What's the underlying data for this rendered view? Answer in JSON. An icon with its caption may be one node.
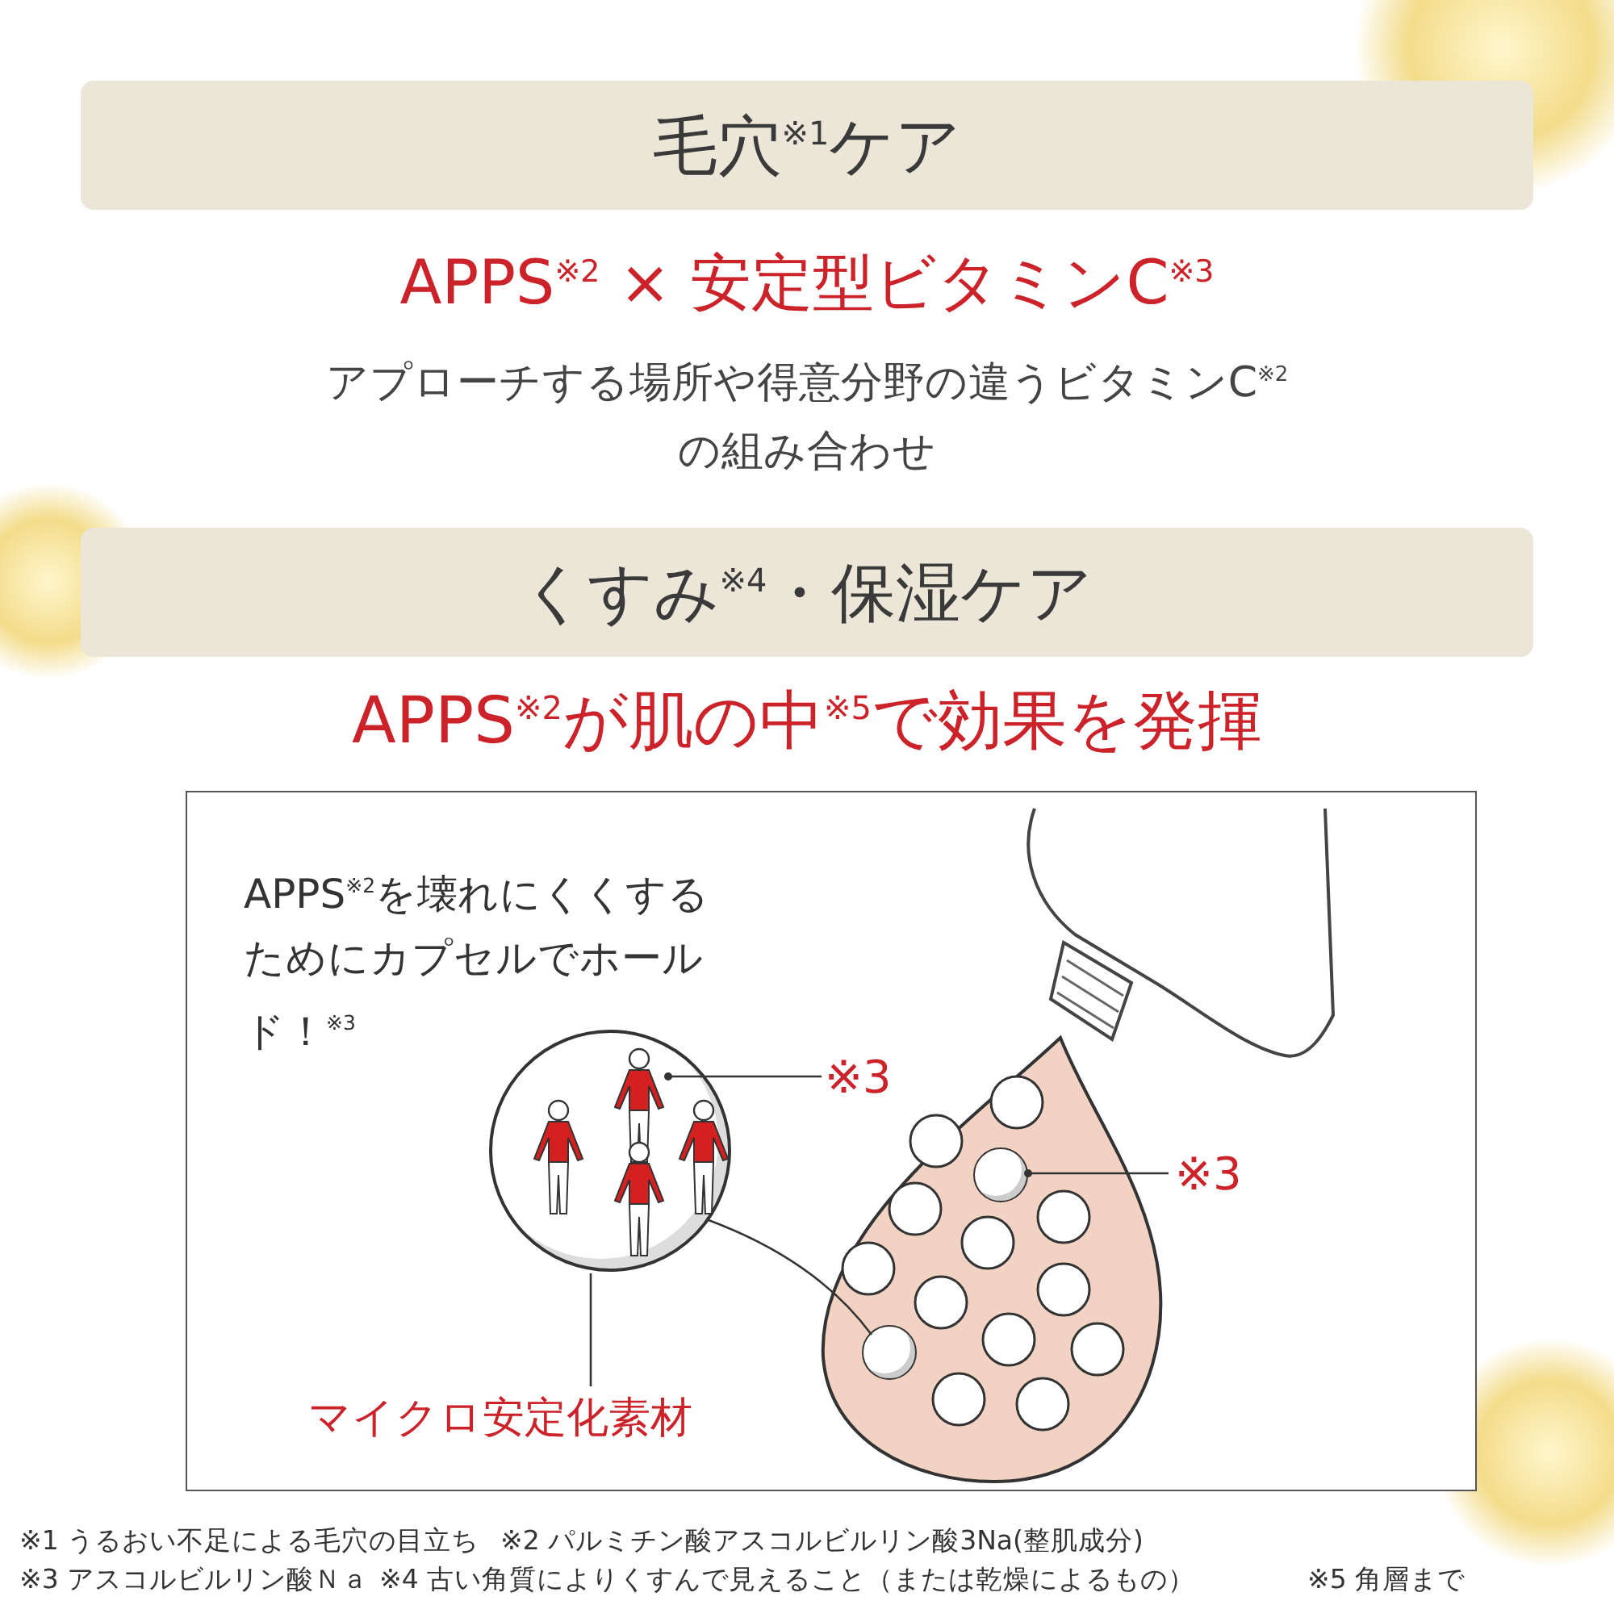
{
  "diagram": {
    "nodes": [
      {
        "text": [
          "毛穴$^{※1}$ケア"
        ],
        "beside": [
          "APPS$^{※2}$ × 安定型ビタミンC$^{※3}$"
        ]
      },
      {
        "text": [
          "くすみ$^{※4}$・保湿ケア"
        ],
        "beside": [
          "APPS$^{※2}$が肌の中$^{※5}$で効果を発揮"
        ]
      },
      {
        "text": [
          "APPS$^{※2}$を壊れにくくするためにカプセルでホールド！$^{※3}$"
        ]
      },
      {
        "text": [],
        "shape": "circle",
        "in": 2
      },
      {
        "text": [],
        "shape": "person",
        "in": 3
      },
      {
        "text": [
          "※3"
        ],
        "in": 2
      },
      {
        "text": [],
        "shape": "drop",
        "in": 2
      },
      {
        "text": [],
        "shape": "circle",
        "in": 6
      },
      {
        "text": [
          "※3"
        ],
        "in": 2
      },
      {
        "text": [],
        "shape": "circle",
        "in": 6
      },
      {
        "text": [
          "マイクロ安定化素材"
        ],
        "in": 2
      }
    ],
    "edges": [
      {
        "from": 5,
        "to": 4,
        "arrow": "other"
      },
      {
        "from": 8,
        "to": 7,
        "arrow": "other"
      },
      {
        "from": 3,
        "to": 9,
        "arrow": "none"
      },
      {
        "from": 10,
        "to": 3,
        "arrow": "none"
      }
    ],
    "labels": [
      "アプローチする場所や得意分野の違うビタミンC$^{※2}$の組み合わせ",
      "※1 うるおい不足による毛穴の目立ち",
      "※2 パルミチン酸アスコルビルリン酸3Na(整肌成分)",
      "※3 アスコルビルリン酸Ｎａ",
      "※4 古い角質によりくすんで見えること（または乾燥によるもの）",
      "※5 角層まで"
    ]
  }
}
